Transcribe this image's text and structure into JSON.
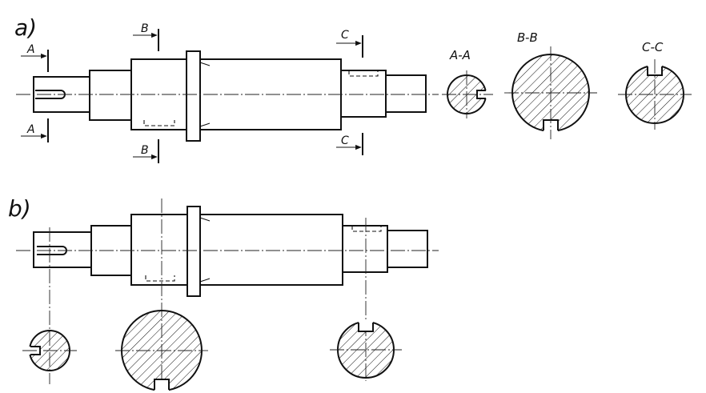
{
  "panels": {
    "a": {
      "label": "a)"
    },
    "b": {
      "label": "b)"
    }
  },
  "section_arrows": {
    "a_top": "A",
    "a_bottom": "A",
    "b_top": "B",
    "b_bottom": "B",
    "c_top": "C",
    "c_bottom": "C"
  },
  "section_titles": {
    "aa": "A-A",
    "bb": "B-B",
    "cc": "C-C"
  }
}
